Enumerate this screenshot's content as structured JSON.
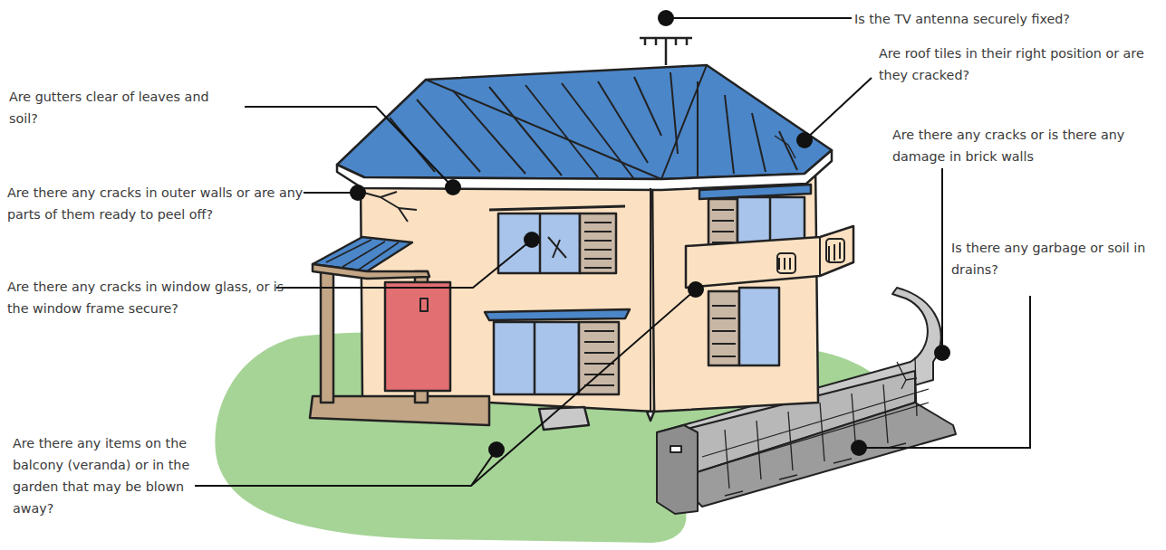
{
  "diagram": {
    "labels": [
      "Is the TV antenna securely fixed?",
      "Are roof tiles in their right position or are they cracked?",
      "Are gutters clear of leaves and soil?",
      "Are there any cracks or is there any damage in brick walls",
      "Are there any cracks in outer walls or are any parts of them ready to peel off?",
      "Is there any garbage or soil in drains?",
      "Are there any cracks in window glass, or is the window frame secure?",
      "Are there any items on the balcony (veranda) or in the garden that may be blown away?"
    ]
  }
}
